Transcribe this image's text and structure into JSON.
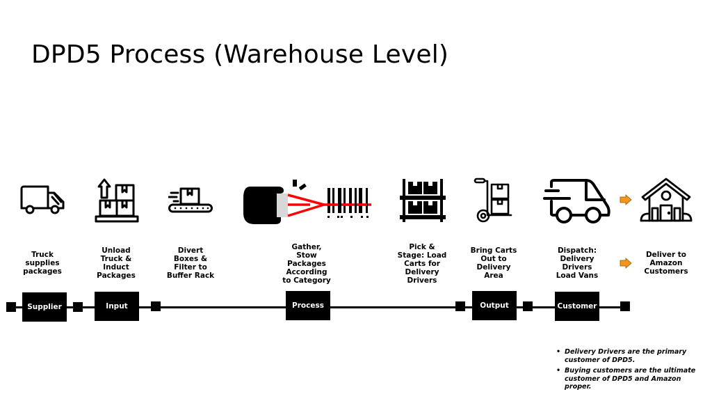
{
  "title": "DPD5 Process (Warehouse Level)",
  "colors": {
    "arrow": "#f7941d",
    "laser": "#ff0000",
    "ink": "#000000"
  },
  "steps": [
    {
      "icon": "truck-icon",
      "label": "Truck\nsupplies\npackages"
    },
    {
      "icon": "unload-boxes-icon",
      "label": "Unload\nTruck &\nInduct\nPackages"
    },
    {
      "icon": "conveyor-icon",
      "label": "Divert\nBoxes &\nFilter to\nBuffer Rack"
    },
    {
      "icon": "barcode-scanner-icon",
      "label": "Gather,\nStow\nPackages\nAccording\nto Category"
    },
    {
      "icon": "shelf-rack-icon",
      "label": "Pick &\nStage: Load\nCarts for\nDelivery\nDrivers"
    },
    {
      "icon": "hand-truck-icon",
      "label": "Bring Carts\nOut to\nDelivery\nArea"
    },
    {
      "icon": "delivery-van-icon",
      "label": "Dispatch:\nDelivery\nDrivers\nLoad Vans"
    },
    {
      "icon": "house-icon",
      "label": "Deliver to\nAmazon\nCustomers"
    }
  ],
  "stages": [
    "Supplier",
    "Input",
    "Process",
    "Output",
    "Customer"
  ],
  "notes": [
    "Delivery Drivers are the primary customer of DPD5.",
    "Buying customers are the ultimate customer of DPD5 and Amazon proper."
  ],
  "bullet": "•"
}
